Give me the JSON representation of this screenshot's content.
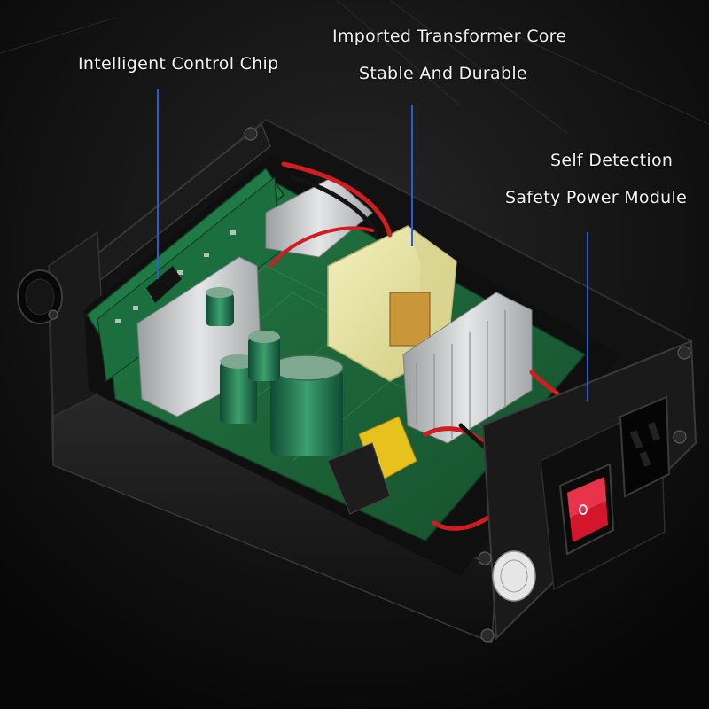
{
  "callouts": {
    "control_chip": "Intelligent Control Chip",
    "transformer_line1": "Imported Transformer Core",
    "transformer_line2": "Stable And Durable",
    "safety_line1": "Self Detection",
    "safety_line2": "Safety Power Module"
  },
  "colors": {
    "background": "#0b0b0b",
    "leader_line": "#2d5bd6",
    "pcb_green": "#1d6b3a",
    "enclosure": "#161616",
    "transformer": "#e9e6a3",
    "heatsink": "#cfd1d2",
    "rocker_switch": "#d3162c",
    "label_text": "#f2f2f2"
  }
}
